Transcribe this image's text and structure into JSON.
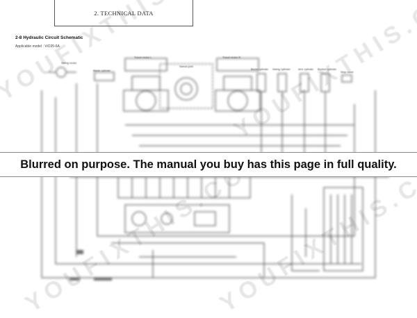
{
  "header": {
    "title": "2. TECHNICAL DATA"
  },
  "section": {
    "title": "2-8  Hydraulic Circuit Schematic",
    "applicable": "Applicable model : ViO35-6A"
  },
  "schematic_labels": {
    "swing_motor": "Swing motor",
    "blade_cylinder": "Blade cylinder",
    "travel_motor_l": "Travel motor L",
    "swivel_joint": "Swivel joint",
    "travel_motor_r": "Travel motor R",
    "boom_cylinder": "Boom cylinder",
    "swing_cylinder": "Swing cylinder",
    "arm_cylinder": "Arm cylinder",
    "bucket_cylinder": "Bucket cylinder",
    "stop_valve": "Stop valve"
  },
  "watermark": {
    "text": "YOUFIXTHIS.COM"
  },
  "notice": {
    "text": "Blurred on purpose. The manual you buy has this page in full quality."
  }
}
